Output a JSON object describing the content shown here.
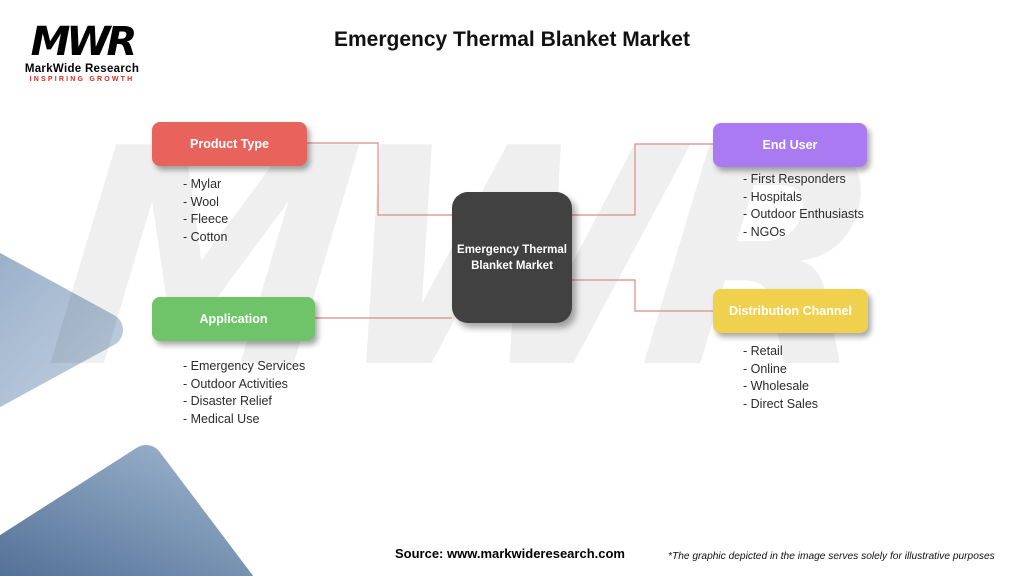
{
  "header": {
    "title": "Emergency Thermal Blanket Market"
  },
  "logo": {
    "monogram": "MWR",
    "name": "MarkWide Research",
    "tagline": "INSPIRING GROWTH"
  },
  "center_node": {
    "line1": "Emergency Thermal",
    "line2": "Blanket Market",
    "color": "#414141"
  },
  "categories": {
    "product_type": {
      "label": "Product Type",
      "color": "#E8635C",
      "items": [
        "- Mylar",
        "- Wool",
        "- Fleece",
        "- Cotton"
      ]
    },
    "end_user": {
      "label": "End User",
      "color": "#A97AF2",
      "items": [
        "- First Responders",
        "- Hospitals",
        "- Outdoor Enthusiasts",
        "- NGOs"
      ]
    },
    "application": {
      "label": "Application",
      "color": "#6FC46A",
      "items": [
        "- Emergency Services",
        "- Outdoor Activities",
        "- Disaster Relief",
        "- Medical Use"
      ]
    },
    "distribution_channel": {
      "label": "Distribution Channel",
      "color": "#EFD14E",
      "items": [
        "- Retail",
        "- Online",
        "- Wholesale",
        "- Direct Sales"
      ]
    }
  },
  "watermark": "MWR",
  "connector_color": "#DB8C86",
  "footer": {
    "source": "Source: www.markwideresearch.com",
    "disclaimer": "*The graphic depicted in the image serves solely for illustrative purposes"
  }
}
